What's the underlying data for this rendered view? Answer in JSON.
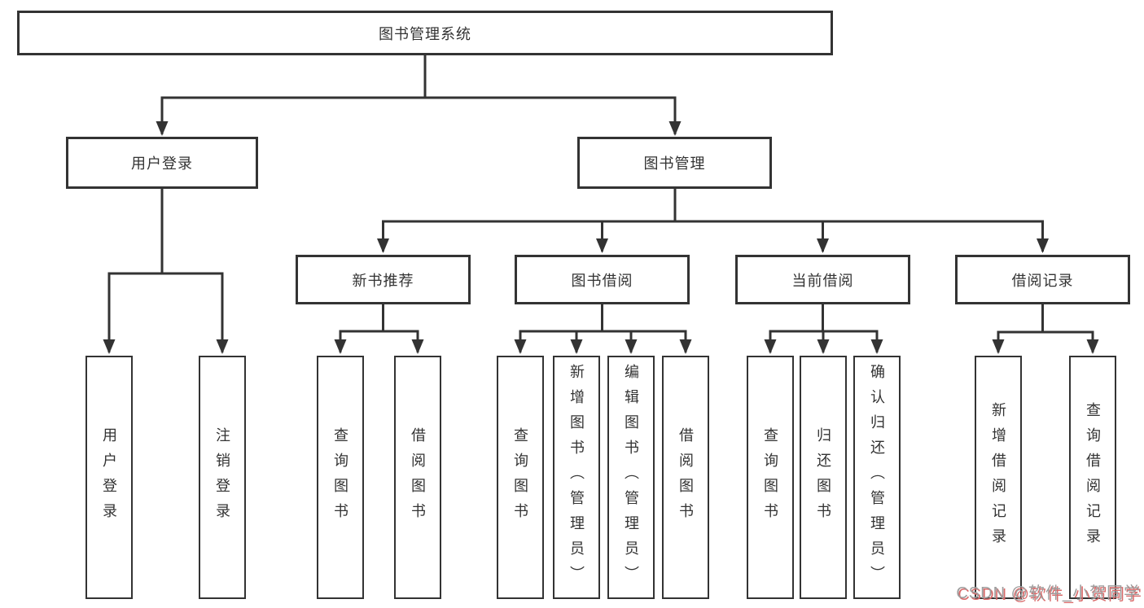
{
  "diagram": {
    "title": "图书管理系统",
    "root": {
      "label": "图书管理系统"
    },
    "branches": [
      {
        "label": "用户登录",
        "children": [
          {
            "label": "用户登录"
          },
          {
            "label": "注销登录"
          }
        ]
      },
      {
        "label": "图书管理",
        "children": [
          {
            "label": "新书推荐",
            "children": [
              {
                "label": "查询图书"
              },
              {
                "label": "借阅图书"
              }
            ]
          },
          {
            "label": "图书借阅",
            "children": [
              {
                "label": "查询图书"
              },
              {
                "label": "新增图书（管理员）"
              },
              {
                "label": "编辑图书（管理员）"
              },
              {
                "label": "借阅图书"
              }
            ]
          },
          {
            "label": "当前借阅",
            "children": [
              {
                "label": "查询图书"
              },
              {
                "label": "归还图书"
              },
              {
                "label": "确认归还（管理员）"
              }
            ]
          },
          {
            "label": "借阅记录",
            "children": [
              {
                "label": "新增借阅记录"
              },
              {
                "label": "查询借阅记录"
              }
            ]
          }
        ]
      }
    ]
  },
  "watermark": {
    "text": "CSDN @软件_小贺同学"
  },
  "colors": {
    "line": "#333333",
    "box_border": "#333333",
    "text": "#333333",
    "background": "#ffffff",
    "watermark_gray": "#9e9e9e",
    "watermark_red": "#d96a6a"
  }
}
